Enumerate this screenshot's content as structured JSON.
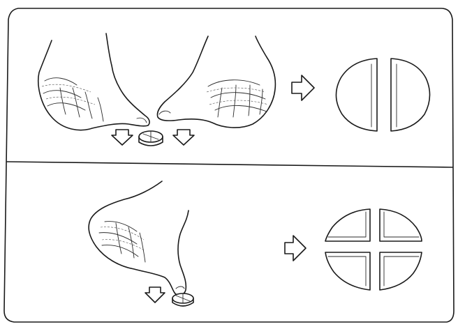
{
  "figure": {
    "panels": [
      {
        "name": "split-in-half",
        "hands": [
          "left-hand-icon",
          "right-hand-icon"
        ],
        "tablet": "scored-tablet-icon",
        "press_arrows": [
          "down-arrow-icon",
          "down-arrow-icon"
        ],
        "result_arrow": "right-arrow-icon",
        "result": "two-half-tablets-icon",
        "result_pieces": 2
      },
      {
        "name": "split-in-quarters",
        "hands": [
          "hand-icon"
        ],
        "tablet": "scored-tablet-icon",
        "press_arrows": [
          "down-arrow-icon"
        ],
        "result_arrow": "right-arrow-icon",
        "result": "four-quarter-tablets-icon",
        "result_pieces": 4
      }
    ],
    "colors": {
      "ink": "#1a1a1a",
      "paper": "#ffffff"
    }
  }
}
